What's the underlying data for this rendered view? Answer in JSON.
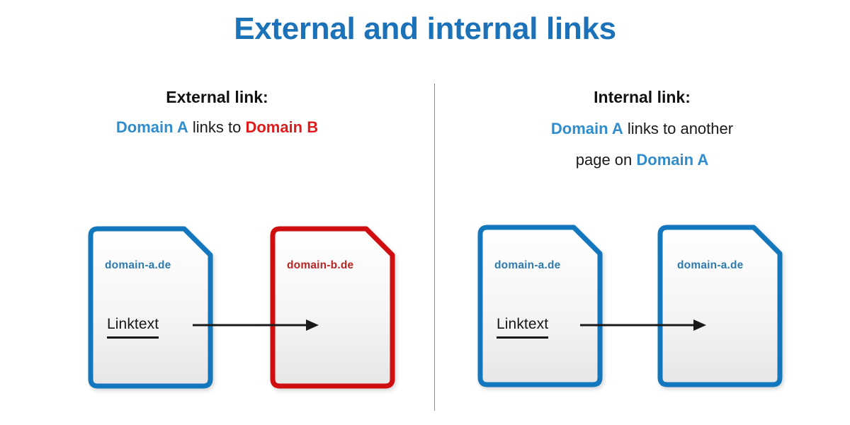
{
  "page": {
    "title": "External and internal links",
    "title_color": "#1c72b8",
    "background": "#ffffff"
  },
  "divider": {
    "color": "#8a8a8a"
  },
  "colors": {
    "blue_border": "#1277bd",
    "red_border": "#cf0f0f",
    "accent_blue": "#2f8ccd",
    "accent_red": "#e01b1b",
    "domain_blue_text": "#2f7aae",
    "domain_red_text": "#b92424",
    "doc_fill_top": "#ffffff",
    "doc_fill_bottom": "#e7e7e7",
    "arrow": "#1a1a1a",
    "heading_text": "#111111"
  },
  "panels": [
    {
      "id": "external",
      "heading": "External link:",
      "subtitle": {
        "parts": [
          {
            "text": "Domain A",
            "style": "blue"
          },
          {
            "text": " links to ",
            "style": "plain"
          },
          {
            "text": "Domain B",
            "style": "red"
          }
        ],
        "line1": "Domain A links to Domain B",
        "line2": ""
      },
      "documents": [
        {
          "id": "ext-doc-a",
          "domain": "domain-a.de",
          "domain_color": "blue",
          "border_color": "#1277bd",
          "linktext": "Linktext",
          "has_linktext": true
        },
        {
          "id": "ext-doc-b",
          "domain": "domain-b.de",
          "domain_color": "red",
          "border_color": "#cf0f0f",
          "linktext": "",
          "has_linktext": false
        }
      ],
      "arrow": {
        "direction": "right",
        "from": "ext-doc-a",
        "to": "ext-doc-b"
      }
    },
    {
      "id": "internal",
      "heading": "Internal link:",
      "subtitle": {
        "parts": [
          {
            "text": "Domain A",
            "style": "blue"
          },
          {
            "text": " links to another",
            "style": "plain"
          },
          {
            "text": "page on ",
            "style": "plain"
          },
          {
            "text": "Domain A",
            "style": "blue"
          }
        ],
        "line1": "Domain A links to another",
        "line2": "page on Domain A"
      },
      "documents": [
        {
          "id": "int-doc-a1",
          "domain": "domain-a.de",
          "domain_color": "blue",
          "border_color": "#1277bd",
          "linktext": "Linktext",
          "has_linktext": true
        },
        {
          "id": "int-doc-a2",
          "domain": "domain-a.de",
          "domain_color": "blue",
          "border_color": "#1277bd",
          "linktext": "",
          "has_linktext": false
        }
      ],
      "arrow": {
        "direction": "right",
        "from": "int-doc-a1",
        "to": "int-doc-a2"
      }
    }
  ]
}
